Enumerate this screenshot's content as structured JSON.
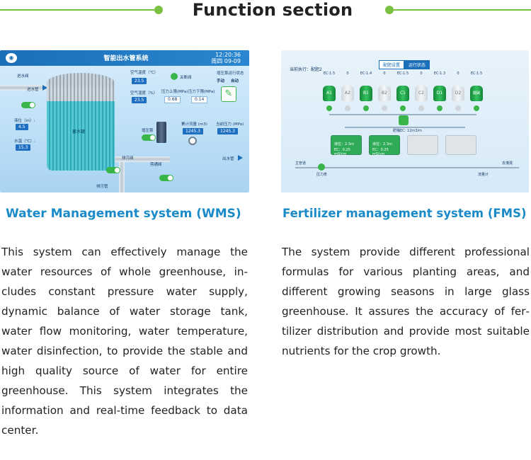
{
  "header": {
    "title": "Function section"
  },
  "wms_screen": {
    "system_title": "智能出水管系统",
    "time": "12:20:36",
    "date": "周四   09-09",
    "inlet_valve": "进水阀",
    "inlet_pipe": "进水管",
    "level_label": "液位（m）:",
    "level_value": "4.5",
    "temp_label": "水温（℃）:",
    "temp_value": "15.3",
    "air_temp_label": "空气温度（℃）",
    "air_temp_value": "23.5",
    "air_hum_label": "空气湿度（%）",
    "air_hum_value": "23.5",
    "shutdown_label": "关断阀",
    "p_up_label": "压力上限(MPa)",
    "p_up_value": "0.68",
    "p_down_label": "压力下限(MPa)",
    "p_down_value": "0.14",
    "pump_status_label": "增压泵运行状态",
    "manual_label": "手动",
    "auto_label": "自动",
    "tank_label": "蓄水罐",
    "booster_label": "增压泵",
    "flow_label": "累计流量 (m3)",
    "flow_value": "1245.3",
    "pressure_label": "当前压力 (MPa)",
    "pressure_value": "1245.3",
    "outlet_label": "出水管",
    "drain_valve": "排污阀",
    "bypass_valve": "旁通阀",
    "drain_pipe": "排污管"
  },
  "fms_screen": {
    "tab_formula": "配肥设置",
    "tab_status": "运行状态",
    "current": "当前执行：配肥2",
    "ec_labels": [
      "EC:1.5",
      "0",
      "EC:1.4",
      "0",
      "EC:1.5",
      "0",
      "EC:1.3",
      "0",
      "EC:1.5"
    ],
    "bottles": [
      "A1",
      "A2",
      "B1",
      "B2",
      "C1",
      "C2",
      "D1",
      "D2",
      "酸碱"
    ],
    "flow_note": "肥桶EC: 12m3/m",
    "box_line1": "液位：2.3m",
    "box_line2": "EC：0.25 mS/cm",
    "inlet": "主管道",
    "pump": "压力表",
    "meter": "流量计",
    "outlet": "去灌溉"
  },
  "sections": [
    {
      "caption": "Water Management system (WMS)",
      "body": "This system can effectively manage the water resources of whole greenhouse, in­cludes constant pressure water supply, dynamic balance of water storage tank, water flow monitoring, water tempera­ture, water disinfection, to provide the stable and high quality source of water for entire greenhouse. This system integrates the information and real-time feedback to data center."
    },
    {
      "caption": "Fertilizer management system (FMS)",
      "body": "The system provide different professional formulas for various planting areas, and different growing seasons in large glass greenhouse. It assures the accuracy of fer­tilizer distribution and provide most suita­ble nutrients for the crop growth."
    }
  ],
  "colors": {
    "accent_green": "#7ac142",
    "caption_blue": "#1b8ac8",
    "ui_blue": "#1b6fb8"
  }
}
